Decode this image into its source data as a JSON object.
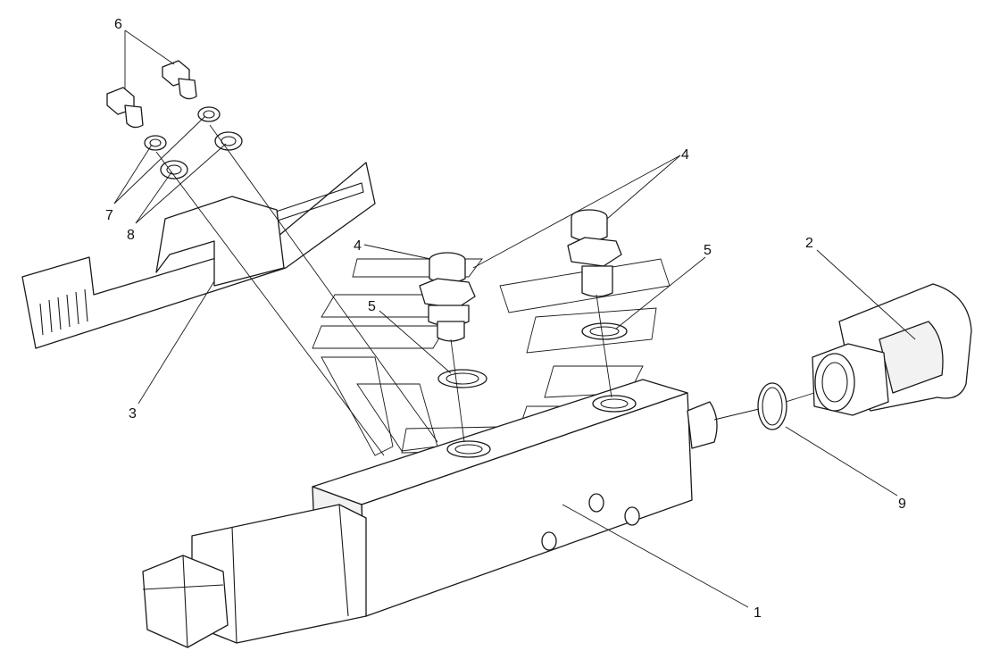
{
  "callouts": {
    "c1": "1",
    "c2": "2",
    "c3": "3",
    "c4a": "4",
    "c4b": "4",
    "c5a": "5",
    "c5b": "5",
    "c6": "6",
    "c7": "7",
    "c8": "8",
    "c9": "9"
  },
  "colors": {
    "line": "#1a1a1a",
    "background": "#ffffff"
  }
}
